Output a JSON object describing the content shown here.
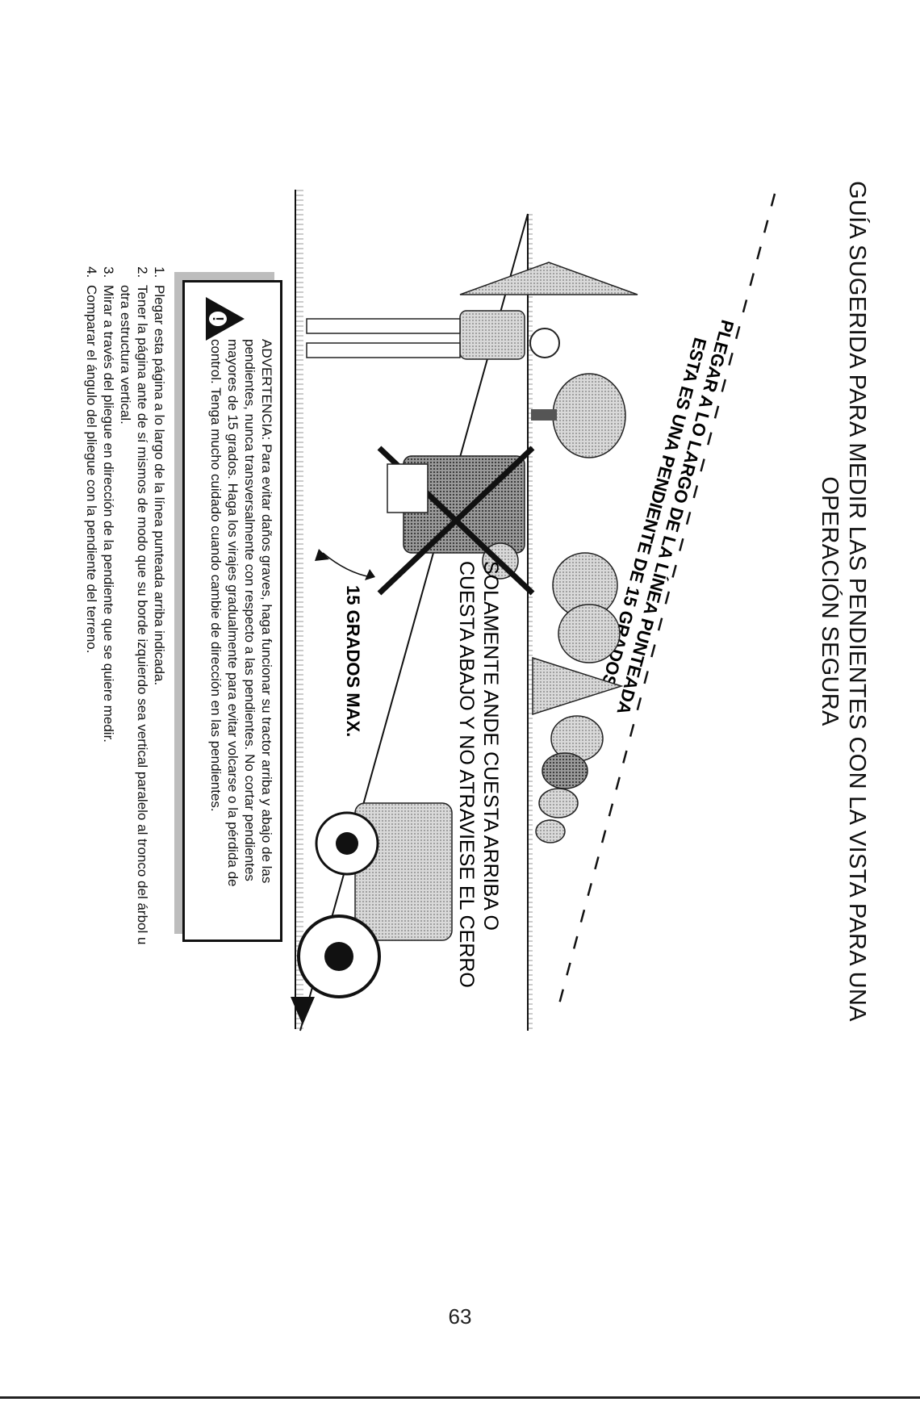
{
  "title": {
    "line1": "GUÍA SUGERIDA PARA MEDIR LAS PENDIENTES CON LA VISTA PARA UNA",
    "line2": "OPERACIÓN SEGURA"
  },
  "diagram": {
    "fold_line1": "PLEGAR A LO LARGO DE LA LÍNEA PUNTEADA",
    "fold_line2": "ESTA ES UNA PENDIENTE DE 15 GRADOS",
    "instruction_line1": "SOLAMENTE ANDE CUESTA ARRIBA O",
    "instruction_line2": "CUESTA ABAJO Y NO ATRAVIESE EL CERRO",
    "angle_label": "15 GRADOS MAX."
  },
  "warning": {
    "text": "ADVERTENCIA: Para evitar daños graves, haga funcionar su tractor arriba y abajo de las pendientes, nunca transversalmente con respecto a las pendientes. No cortar pendientes mayores de 15 grados. Haga los virajes gradualmente para evitar volcarse o la pérdida de control. Tenga mucho cuidado cuando cambie de dirección en las pendientes.",
    "icon": "warning-triangle-icon"
  },
  "steps": [
    "Plegar esta página a lo largo de la línea punteada arriba indicada.",
    "Tener la página ante de sí mismos de modo  que su borde izquierdo sea vertical paralelo al tronco del árbol u otra estructura vertical.",
    "Mirar a través del pliegue en dirección de la pendiente que se quiere medir.",
    "Comparar el ángulo del pliegue con la pendiente del terreno."
  ],
  "page_number": "63"
}
